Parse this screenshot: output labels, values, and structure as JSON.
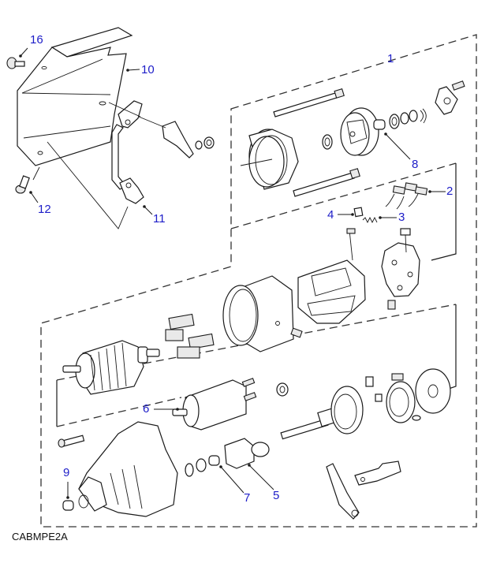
{
  "diagram": {
    "type": "exploded-parts-view",
    "subject": "Starter motor assembly",
    "reference_code": "CABMPE2A",
    "callout_color": "#1d1dc8",
    "callouts": [
      {
        "id": "1",
        "label": "1"
      },
      {
        "id": "2",
        "label": "2"
      },
      {
        "id": "3",
        "label": "3"
      },
      {
        "id": "4",
        "label": "4"
      },
      {
        "id": "5",
        "label": "5"
      },
      {
        "id": "6",
        "label": "6"
      },
      {
        "id": "7",
        "label": "7"
      },
      {
        "id": "8",
        "label": "8"
      },
      {
        "id": "9",
        "label": "9"
      },
      {
        "id": "10",
        "label": "10"
      },
      {
        "id": "11",
        "label": "11"
      },
      {
        "id": "12",
        "label": "12"
      },
      {
        "id": "16",
        "label": "16"
      }
    ]
  }
}
